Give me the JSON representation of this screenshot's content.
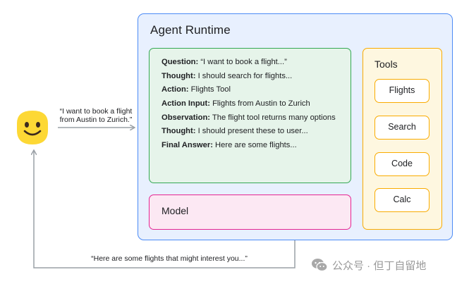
{
  "runtime": {
    "title": "Agent Runtime"
  },
  "user": {
    "request": "“I want to book a flight from Austin to Zurich.”",
    "response": "“Here are some flights that might interest you...”"
  },
  "trace": [
    {
      "key": "Question:",
      "text": " “I want to book a flight...”"
    },
    {
      "key": "Thought:",
      "text": " I should search for flights..."
    },
    {
      "key": "Action:",
      "text": " Flights Tool"
    },
    {
      "key": "Action Input:",
      "text": " Flights from Austin to Zurich"
    },
    {
      "key": "Observation:",
      "text": " The flight tool returns many options"
    },
    {
      "key": "Thought:",
      "text": " I should present these to user..."
    },
    {
      "key": "Final Answer:",
      "text": " Here are some flights..."
    }
  ],
  "model": {
    "label": "Model"
  },
  "tools": {
    "title": "Tools",
    "items": [
      "Flights",
      "Search",
      "Code",
      "Calc"
    ]
  },
  "watermark": {
    "text": "公众号 · 但丁自留地"
  },
  "colors": {
    "runtime_border": "#4c8bf5",
    "runtime_fill": "#e8f0fe",
    "trace_border": "#34a853",
    "trace_fill": "#e6f4ea",
    "model_border": "#e52592",
    "model_fill": "#fce8f3",
    "tools_border": "#f9ab00",
    "tools_fill": "#fef7e0",
    "face": "#fdd835",
    "arrow": "#9aa0a6"
  },
  "icons": {
    "user": "smiley-face-icon",
    "watermark": "wechat-icon"
  }
}
